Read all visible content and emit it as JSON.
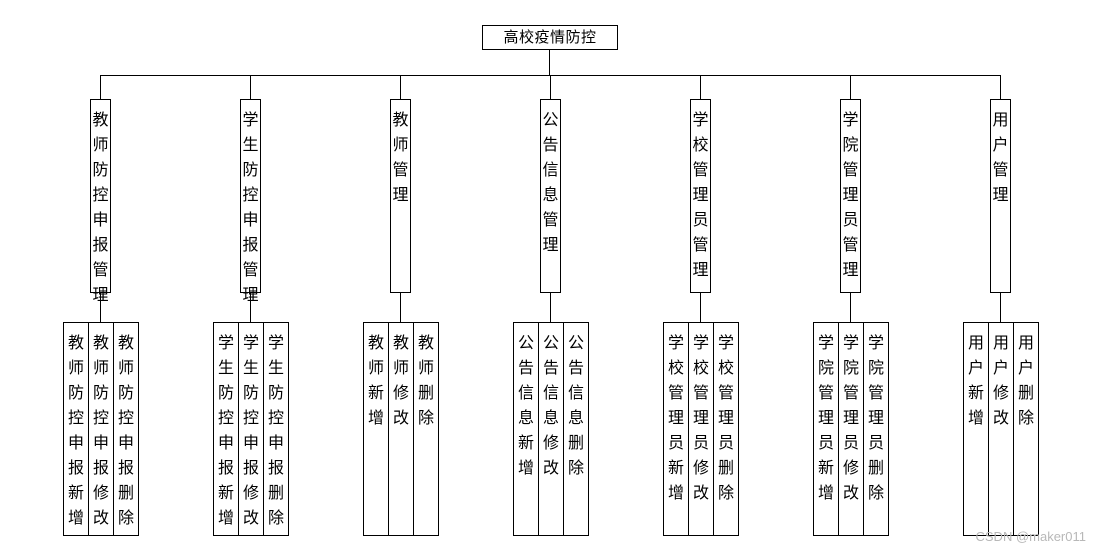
{
  "root": "高校疫情防控",
  "modules": [
    {
      "label": "教师防控申报管理",
      "children": [
        "教师防控申报新增",
        "教师防控申报修改",
        "教师防控申报删除"
      ]
    },
    {
      "label": "学生防控申报管理",
      "children": [
        "学生防控申报新增",
        "学生防控申报修改",
        "学生防控申报删除"
      ]
    },
    {
      "label": "教师管理",
      "children": [
        "教师新增",
        "教师修改",
        "教师删除"
      ]
    },
    {
      "label": "公告信息管理",
      "children": [
        "公告信息新增",
        "公告信息修改",
        "公告信息删除"
      ]
    },
    {
      "label": "学校管理员管理",
      "children": [
        "学校管理员新增",
        "学校管理员修改",
        "学校管理员删除"
      ]
    },
    {
      "label": "学院管理员管理",
      "children": [
        "学院管理员新增",
        "学院管理员修改",
        "学院管理员删除"
      ]
    },
    {
      "label": "用户管理",
      "children": [
        "用户新增",
        "用户修改",
        "用户删除"
      ]
    }
  ],
  "watermark": "CSDN @maker011"
}
